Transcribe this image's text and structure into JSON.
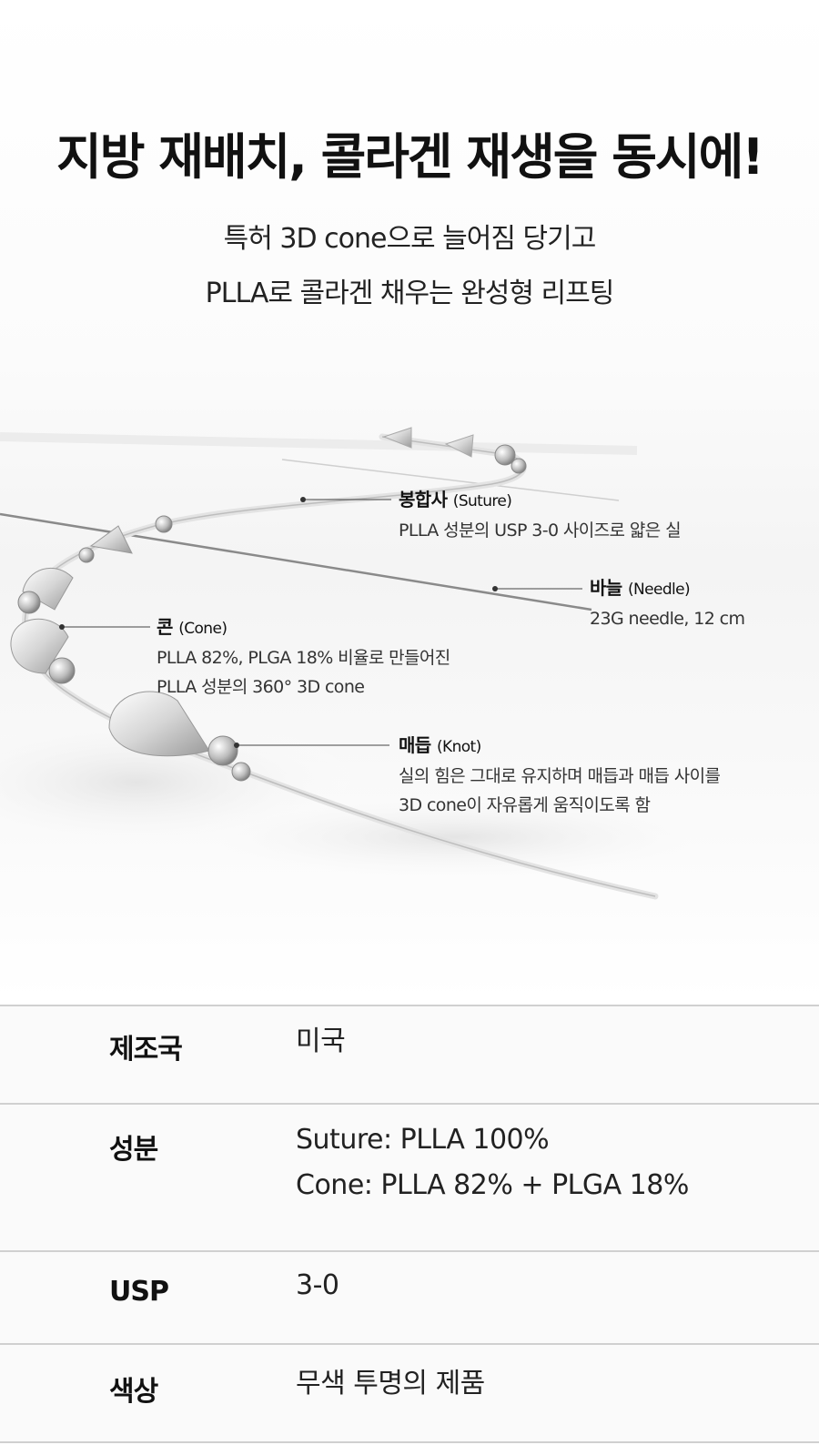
{
  "headline": "지방 재배치, 콜라겐 재생을 동시에!",
  "subtitle": {
    "line1": "특허 3D cone으로 늘어짐 당기고",
    "line2": "PLLA로 콜라겐 채우는 완성형 리프팅"
  },
  "callouts": {
    "suture": {
      "title": "봉합사",
      "en": "(Suture)",
      "desc1": "PLLA 성분의 USP 3-0 사이즈로 얇은 실"
    },
    "needle": {
      "title": "바늘",
      "en": "(Needle)",
      "desc1": "23G needle, 12 cm"
    },
    "cone": {
      "title": "콘",
      "en": "(Cone)",
      "desc1": "PLLA 82%, PLGA 18% 비율로 만들어진",
      "desc2": "PLLA 성분의 360° 3D cone"
    },
    "knot": {
      "title": "매듭",
      "en": "(Knot)",
      "desc1": "실의 힘은 그대로 유지하며 매듭과 매듭 사이를",
      "desc2": "3D cone이 자유롭게 움직이도록 함"
    }
  },
  "specs": [
    {
      "key": "제조국",
      "values": [
        "미국"
      ]
    },
    {
      "key": "성분",
      "values": [
        "Suture: PLLA 100%",
        "Cone: PLLA 82% + PLGA 18%"
      ]
    },
    {
      "key": "USP",
      "values": [
        "3-0"
      ]
    },
    {
      "key": "색상",
      "values": [
        "무색 투명의 제품"
      ]
    }
  ]
}
